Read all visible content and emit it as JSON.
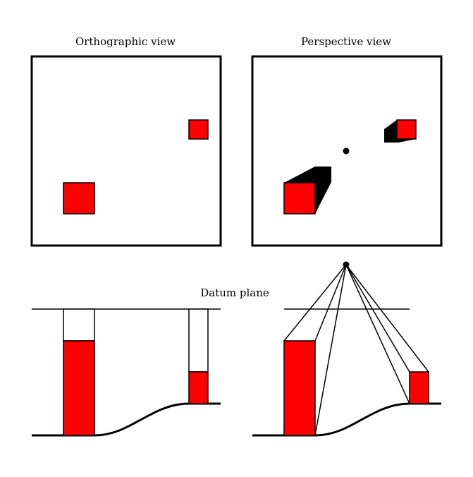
{
  "labels": {
    "orthographic_title": "Orthographic view",
    "perspective_title": "Perspective view",
    "datum_label": "Datum plane"
  },
  "colors": {
    "building": "#ff0000",
    "shadow": "#000000",
    "outline": "#000000",
    "background": "#ffffff"
  }
}
